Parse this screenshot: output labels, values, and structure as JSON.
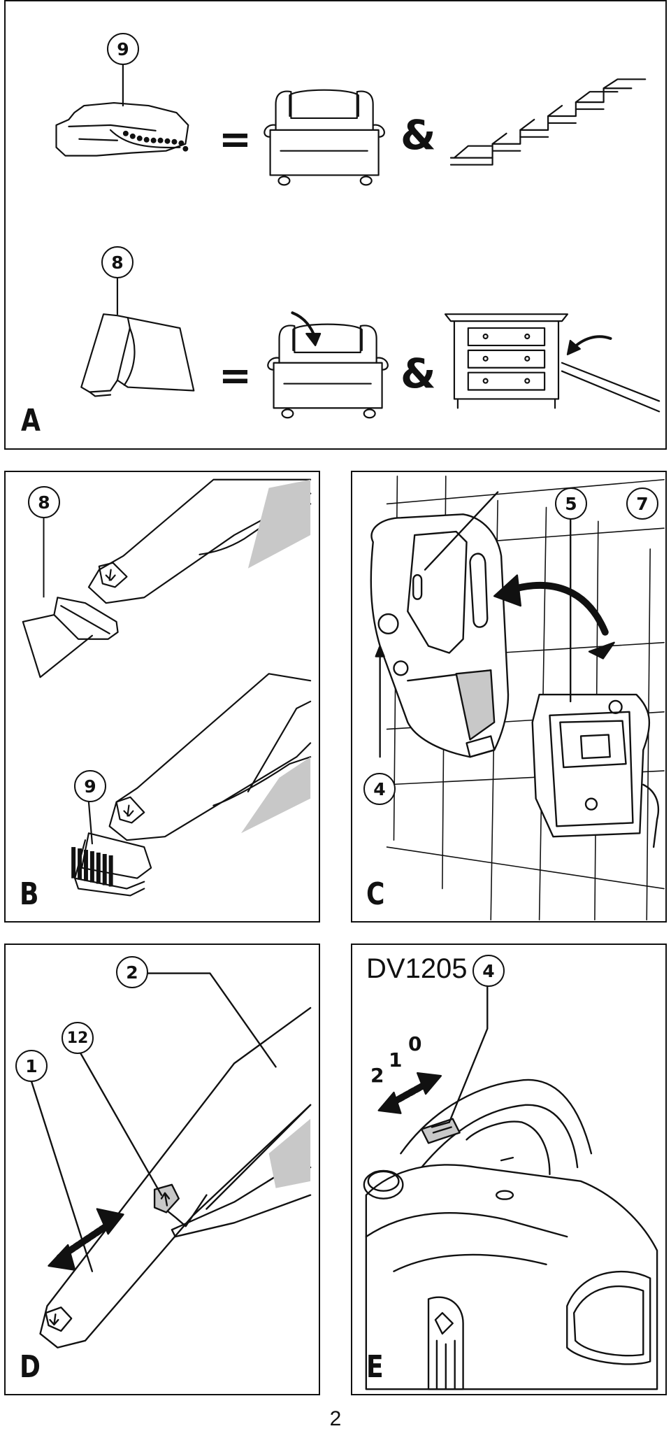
{
  "panels": {
    "a": {
      "letter": "A",
      "callouts": [
        "9",
        "8"
      ],
      "equals": "=",
      "and": "&"
    },
    "b": {
      "letter": "B",
      "callouts": [
        "8",
        "9"
      ]
    },
    "c": {
      "letter": "C",
      "callouts": [
        "5",
        "7",
        "4"
      ]
    },
    "d": {
      "letter": "D",
      "callouts": [
        "2",
        "12",
        "1"
      ]
    },
    "e": {
      "letter": "E",
      "model": "DV1205",
      "callout": "4",
      "speeds": [
        "2",
        "1",
        "0"
      ]
    }
  },
  "page_number": "2",
  "colors": {
    "ink": "#111111",
    "shade": "#c8c8c8",
    "paper": "#ffffff"
  }
}
